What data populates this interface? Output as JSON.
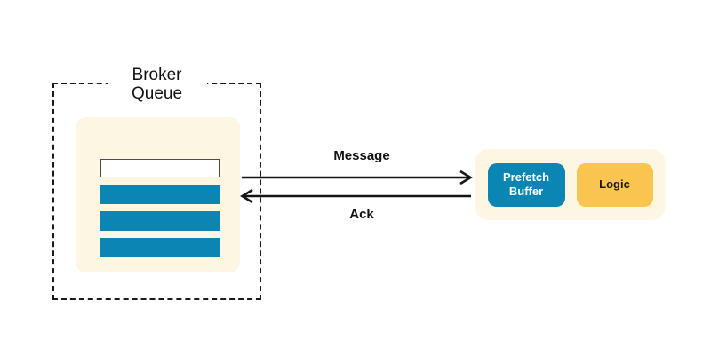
{
  "colors": {
    "blue": "#0b86b4",
    "yellow": "#f9c54e",
    "cream": "#fdf6e3",
    "ink": "#141414"
  },
  "broker": {
    "label": "Broker Queue",
    "queue": {
      "empty_count": 1,
      "filled_count": 3
    }
  },
  "arrows": {
    "message_label": "Message",
    "ack_label": "Ack"
  },
  "consumer": {
    "prefetch_label": "Prefetch Buffer",
    "logic_label": "Logic"
  }
}
